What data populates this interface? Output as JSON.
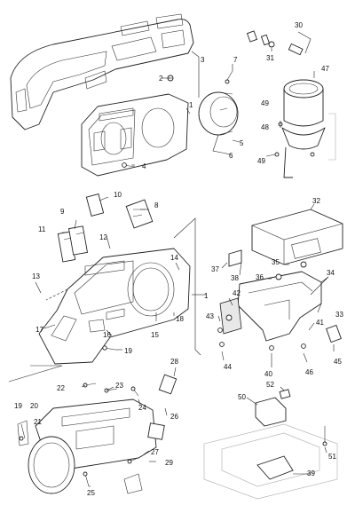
{
  "callouts": [
    {
      "id": "1"
    },
    {
      "id": "2"
    },
    {
      "id": "3"
    },
    {
      "id": "4"
    },
    {
      "id": "5"
    },
    {
      "id": "6"
    },
    {
      "id": "7"
    },
    {
      "id": "8"
    },
    {
      "id": "9"
    },
    {
      "id": "10"
    },
    {
      "id": "11"
    },
    {
      "id": "12"
    },
    {
      "id": "13"
    },
    {
      "id": "14"
    },
    {
      "id": "15"
    },
    {
      "id": "16"
    },
    {
      "id": "17"
    },
    {
      "id": "18"
    },
    {
      "id": "19"
    },
    {
      "id": "20"
    },
    {
      "id": "21"
    },
    {
      "id": "22"
    },
    {
      "id": "23"
    },
    {
      "id": "24"
    },
    {
      "id": "25"
    },
    {
      "id": "26"
    },
    {
      "id": "27"
    },
    {
      "id": "28"
    },
    {
      "id": "29"
    },
    {
      "id": "30"
    },
    {
      "id": "31"
    },
    {
      "id": "32"
    },
    {
      "id": "33"
    },
    {
      "id": "34"
    },
    {
      "id": "35"
    },
    {
      "id": "36"
    },
    {
      "id": "37"
    },
    {
      "id": "38"
    },
    {
      "id": "39"
    },
    {
      "id": "40"
    },
    {
      "id": "41"
    },
    {
      "id": "42"
    },
    {
      "id": "43"
    },
    {
      "id": "44"
    },
    {
      "id": "45"
    },
    {
      "id": "46"
    },
    {
      "id": "47"
    },
    {
      "id": "48"
    },
    {
      "id": "49"
    },
    {
      "id": "50"
    },
    {
      "id": "51"
    },
    {
      "id": "52"
    }
  ],
  "colors": {
    "line": "#222222",
    "background": "#ffffff"
  }
}
